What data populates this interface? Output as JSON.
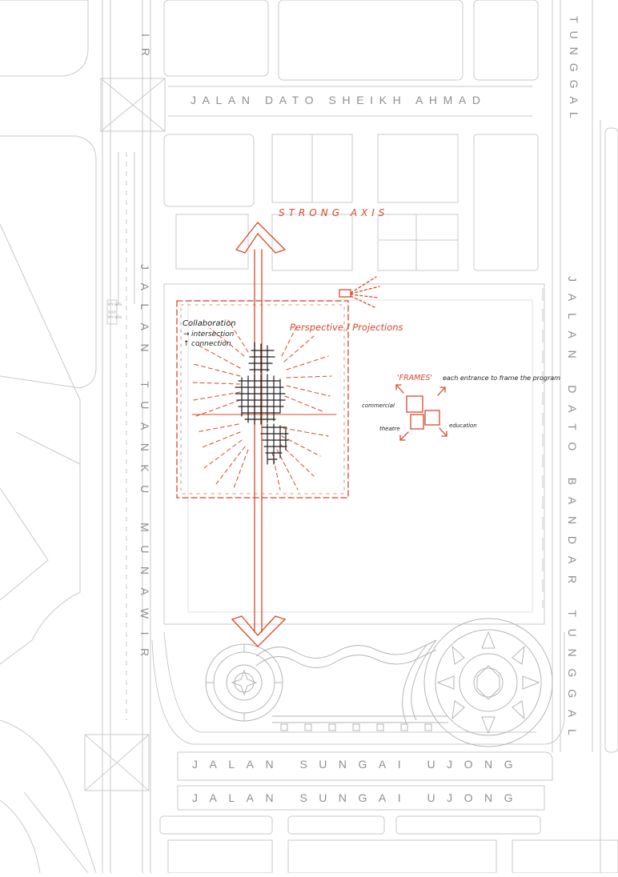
{
  "colors": {
    "line": "#c9c9c9",
    "line_dark": "#a9a9a9",
    "road_text": "#8f8f8f",
    "sketch_red": "#d9472b",
    "sketch_black": "#1e1e1e",
    "background": "#ffffff"
  },
  "roads": {
    "top": "JALAN DATO SHEIKH AHMAD",
    "left": "JALAN TUANKU MUNAWIR",
    "right": "JALAN DATO BANDAR TUNGGAL",
    "bottom_1": "JALAN SUNGAI UJONG",
    "bottom_2": "JALAN SUNGAI UJONG",
    "top_left_fragment": "IR",
    "top_right_fragment": "TUNGGAL"
  },
  "bus_stop_labels": [
    "MY BAS",
    "MY BAS"
  ],
  "annotations": {
    "strong_axis": "STRONG AXIS",
    "perspective": "Perspective / Projections",
    "collaboration": "Collaboration",
    "intersection": "intersection",
    "connection": "connection",
    "frames": "'FRAMES'",
    "frames_note": "each entrance to frame the program",
    "commercial": "commercial",
    "theatre": "theatre",
    "education": "education"
  }
}
